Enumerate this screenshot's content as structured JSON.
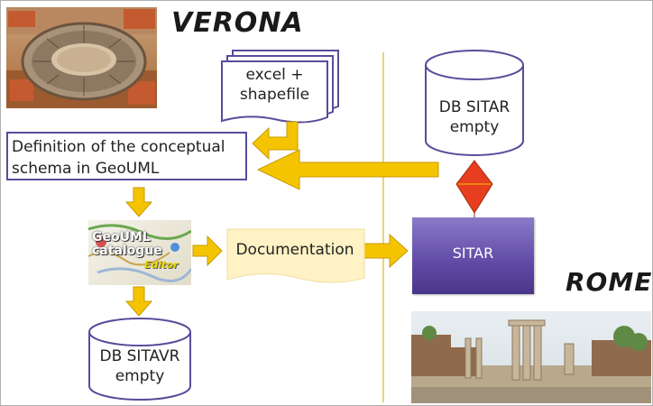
{
  "titles": {
    "verona": "VERONA",
    "rome": "ROME"
  },
  "nodes": {
    "excel_shapefile": {
      "line1": "excel +",
      "line2": "shapefile"
    },
    "db_sitar": {
      "line1": "DB SITAR",
      "line2": "empty"
    },
    "schema": {
      "line1": "Definition of the conceptual",
      "line2": "schema in GeoUML"
    },
    "catalogue_editor": {
      "line1": "GeoUML",
      "line2": "catalogue",
      "line3": "Editor"
    },
    "documentation": {
      "label": "Documentation"
    },
    "sitar": {
      "label": "SITAR"
    },
    "db_sitavr": {
      "line1": "DB SITAVR",
      "line2": "empty"
    }
  },
  "colors": {
    "arrow_fill": "#f5c400",
    "arrow_stroke": "#c89a00",
    "shape_stroke": "#5b4b9a",
    "divider": "#f0d278",
    "sitar_fill": "#6a55ad",
    "documentation_fill": "#fff2c4",
    "diamond_fill": "#e63e1f"
  }
}
